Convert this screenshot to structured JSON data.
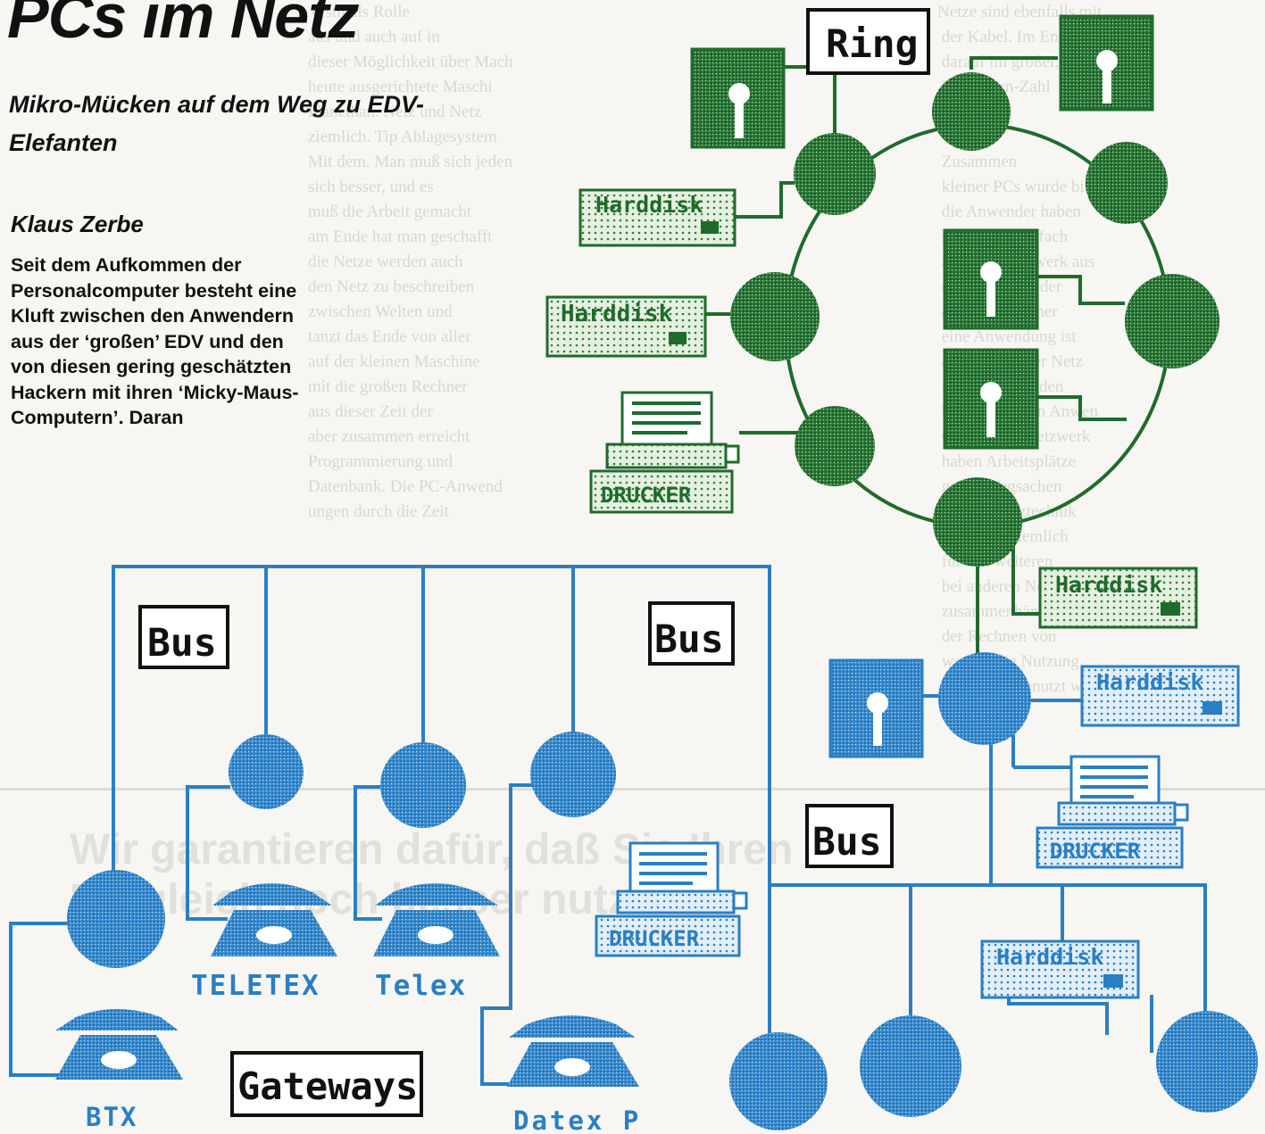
{
  "article": {
    "title": "PCs im Netz",
    "subtitle": "Mikro-Mücken auf dem Weg zu EDV-Elefanten",
    "author": "Klaus Zerbe",
    "lead": "Seit dem Aufkommen der Personalcomputer besteht eine Kluft zwischen den Anwendern aus der ‘großen’ EDV und den von diesen gering geschätzten Hackern mit ihren ‘Micky-Maus-Computern’. Daran"
  },
  "diagram": {
    "topologies": {
      "ring": "Ring",
      "bus_left": "Bus",
      "bus_center": "Bus",
      "bus_right": "Bus",
      "gateways": "Gateways"
    },
    "devices": {
      "harddisk": "Harddisk",
      "printer": "DRUCKER",
      "teletex": "TELETEX",
      "telex": "Telex",
      "btx": "BTX",
      "datex": "Datex P"
    },
    "colors": {
      "green": "#1f6b2c",
      "blue": "#2a7fc4",
      "ink": "#111111"
    }
  }
}
